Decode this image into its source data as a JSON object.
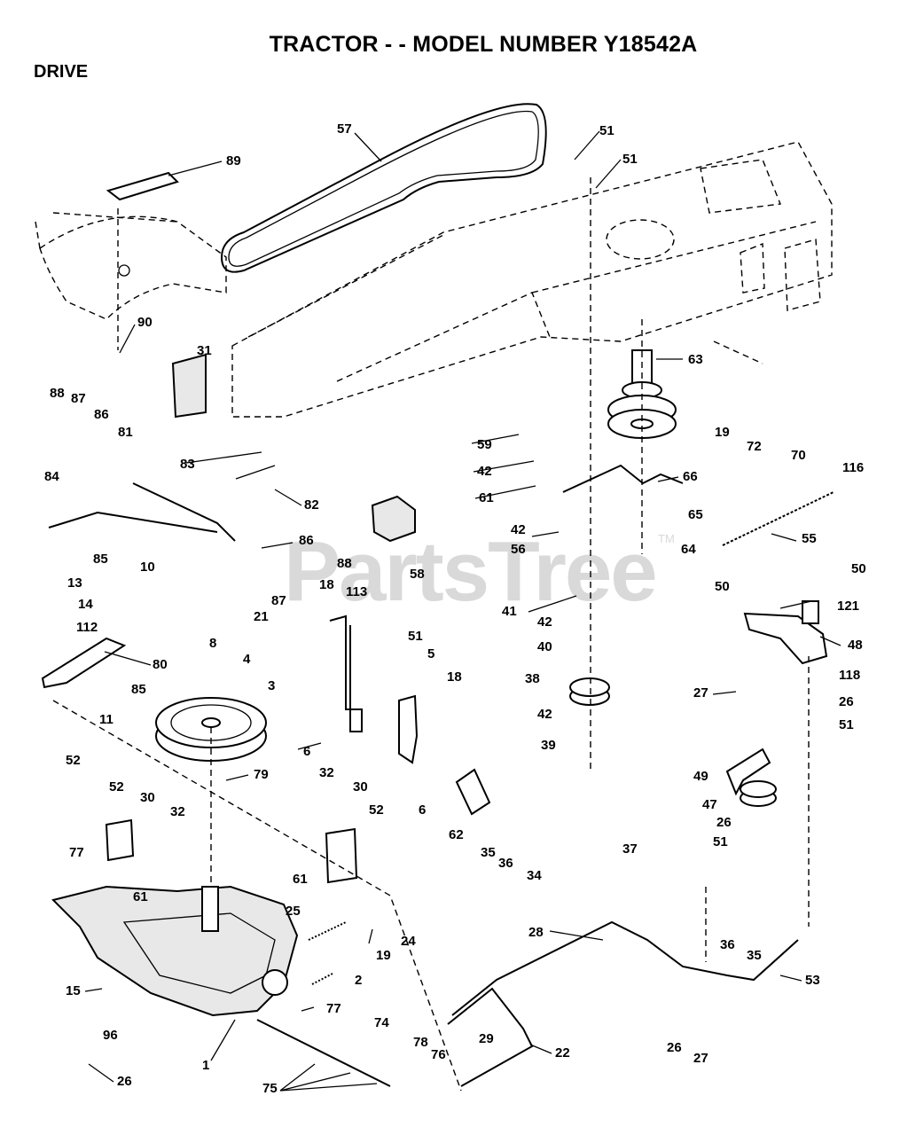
{
  "title": "TRACTOR - - MODEL NUMBER Y18542A",
  "section": "DRIVE",
  "watermark": "PartsTree",
  "watermark_tm": "TM",
  "callouts": [
    {
      "n": "57",
      "part": "drive-belt"
    },
    {
      "n": "51",
      "part": "nut"
    },
    {
      "n": "51",
      "part": "nut"
    },
    {
      "n": "89",
      "part": "plate"
    },
    {
      "n": "90",
      "part": "nut"
    },
    {
      "n": "31",
      "part": "bracket"
    },
    {
      "n": "63",
      "part": "engine-pulley"
    },
    {
      "n": "19",
      "part": "washer"
    },
    {
      "n": "72",
      "part": "washer"
    },
    {
      "n": "70",
      "part": "belt-keeper"
    },
    {
      "n": "116",
      "part": "screw"
    },
    {
      "n": "88",
      "part": "washer"
    },
    {
      "n": "87",
      "part": "washer"
    },
    {
      "n": "86",
      "part": "washer"
    },
    {
      "n": "81",
      "part": "shaft"
    },
    {
      "n": "83",
      "part": "washers"
    },
    {
      "n": "82",
      "part": "spring"
    },
    {
      "n": "84",
      "part": "rod"
    },
    {
      "n": "85",
      "part": "pin"
    },
    {
      "n": "86",
      "part": "washer"
    },
    {
      "n": "88",
      "part": "washer"
    },
    {
      "n": "87",
      "part": "washer"
    },
    {
      "n": "21",
      "part": "spring"
    },
    {
      "n": "10",
      "part": "link"
    },
    {
      "n": "8",
      "part": "spring"
    },
    {
      "n": "59",
      "part": "keeper"
    },
    {
      "n": "42",
      "part": "washer"
    },
    {
      "n": "61",
      "part": "bolt"
    },
    {
      "n": "66",
      "part": "belt-guide"
    },
    {
      "n": "42",
      "part": "washer"
    },
    {
      "n": "56",
      "part": "bolt"
    },
    {
      "n": "65",
      "part": "washer"
    },
    {
      "n": "64",
      "part": "bolt"
    },
    {
      "n": "55",
      "part": "spring"
    },
    {
      "n": "58",
      "part": "bracket"
    },
    {
      "n": "13",
      "part": "bolt"
    },
    {
      "n": "14",
      "part": "washer"
    },
    {
      "n": "112",
      "part": "washer"
    },
    {
      "n": "80",
      "part": "arm"
    },
    {
      "n": "85",
      "part": "pin"
    },
    {
      "n": "11",
      "part": "washer"
    },
    {
      "n": "18",
      "part": "bolt"
    },
    {
      "n": "113",
      "part": "bracket"
    },
    {
      "n": "51",
      "part": "nut"
    },
    {
      "n": "5",
      "part": "bracket"
    },
    {
      "n": "18",
      "part": "bolt"
    },
    {
      "n": "41",
      "part": "belt-keeper"
    },
    {
      "n": "42",
      "part": "washer"
    },
    {
      "n": "40",
      "part": "spacer"
    },
    {
      "n": "38",
      "part": "idler-pulley"
    },
    {
      "n": "42",
      "part": "washer"
    },
    {
      "n": "39",
      "part": "bolt"
    },
    {
      "n": "50",
      "part": "bolt"
    },
    {
      "n": "50",
      "part": "bolt"
    },
    {
      "n": "121",
      "part": "spacer"
    },
    {
      "n": "48",
      "part": "idler-arm"
    },
    {
      "n": "118",
      "part": "bushing"
    },
    {
      "n": "27",
      "part": "bolt"
    },
    {
      "n": "26",
      "part": "washer"
    },
    {
      "n": "51",
      "part": "nut"
    },
    {
      "n": "4",
      "part": "nut"
    },
    {
      "n": "3",
      "part": "transmission-pulley"
    },
    {
      "n": "6",
      "part": "bolt"
    },
    {
      "n": "6",
      "part": "bolt"
    },
    {
      "n": "79",
      "part": "key"
    },
    {
      "n": "52",
      "part": "nut"
    },
    {
      "n": "52",
      "part": "nut"
    },
    {
      "n": "30",
      "part": "bracket"
    },
    {
      "n": "32",
      "part": "bolt"
    },
    {
      "n": "32",
      "part": "bolt"
    },
    {
      "n": "30",
      "part": "bracket"
    },
    {
      "n": "52",
      "part": "nut"
    },
    {
      "n": "62",
      "part": "spacer"
    },
    {
      "n": "35",
      "part": "washer"
    },
    {
      "n": "36",
      "part": "washer"
    },
    {
      "n": "34",
      "part": "rod"
    },
    {
      "n": "37",
      "part": "rod"
    },
    {
      "n": "49",
      "part": "bracket"
    },
    {
      "n": "47",
      "part": "idler-pulley"
    },
    {
      "n": "26",
      "part": "washer"
    },
    {
      "n": "51",
      "part": "nut"
    },
    {
      "n": "77",
      "part": "pin"
    },
    {
      "n": "61",
      "part": "bolt"
    },
    {
      "n": "61",
      "part": "bolt"
    },
    {
      "n": "25",
      "part": "spring"
    },
    {
      "n": "24",
      "part": "bushing"
    },
    {
      "n": "19",
      "part": "washer"
    },
    {
      "n": "2",
      "part": "spring"
    },
    {
      "n": "77",
      "part": "pin"
    },
    {
      "n": "28",
      "part": "rod"
    },
    {
      "n": "36",
      "part": "washer"
    },
    {
      "n": "35",
      "part": "washer"
    },
    {
      "n": "53",
      "part": "rod"
    },
    {
      "n": "15",
      "part": "bolt"
    },
    {
      "n": "96",
      "part": "clip"
    },
    {
      "n": "26",
      "part": "washer"
    },
    {
      "n": "1",
      "part": "transaxle"
    },
    {
      "n": "74",
      "part": "spacer"
    },
    {
      "n": "78",
      "part": "washer"
    },
    {
      "n": "76",
      "part": "nut"
    },
    {
      "n": "75",
      "part": "washers"
    },
    {
      "n": "29",
      "part": "rod-end"
    },
    {
      "n": "22",
      "part": "rod"
    },
    {
      "n": "26",
      "part": "washer"
    },
    {
      "n": "27",
      "part": "bolt"
    }
  ]
}
